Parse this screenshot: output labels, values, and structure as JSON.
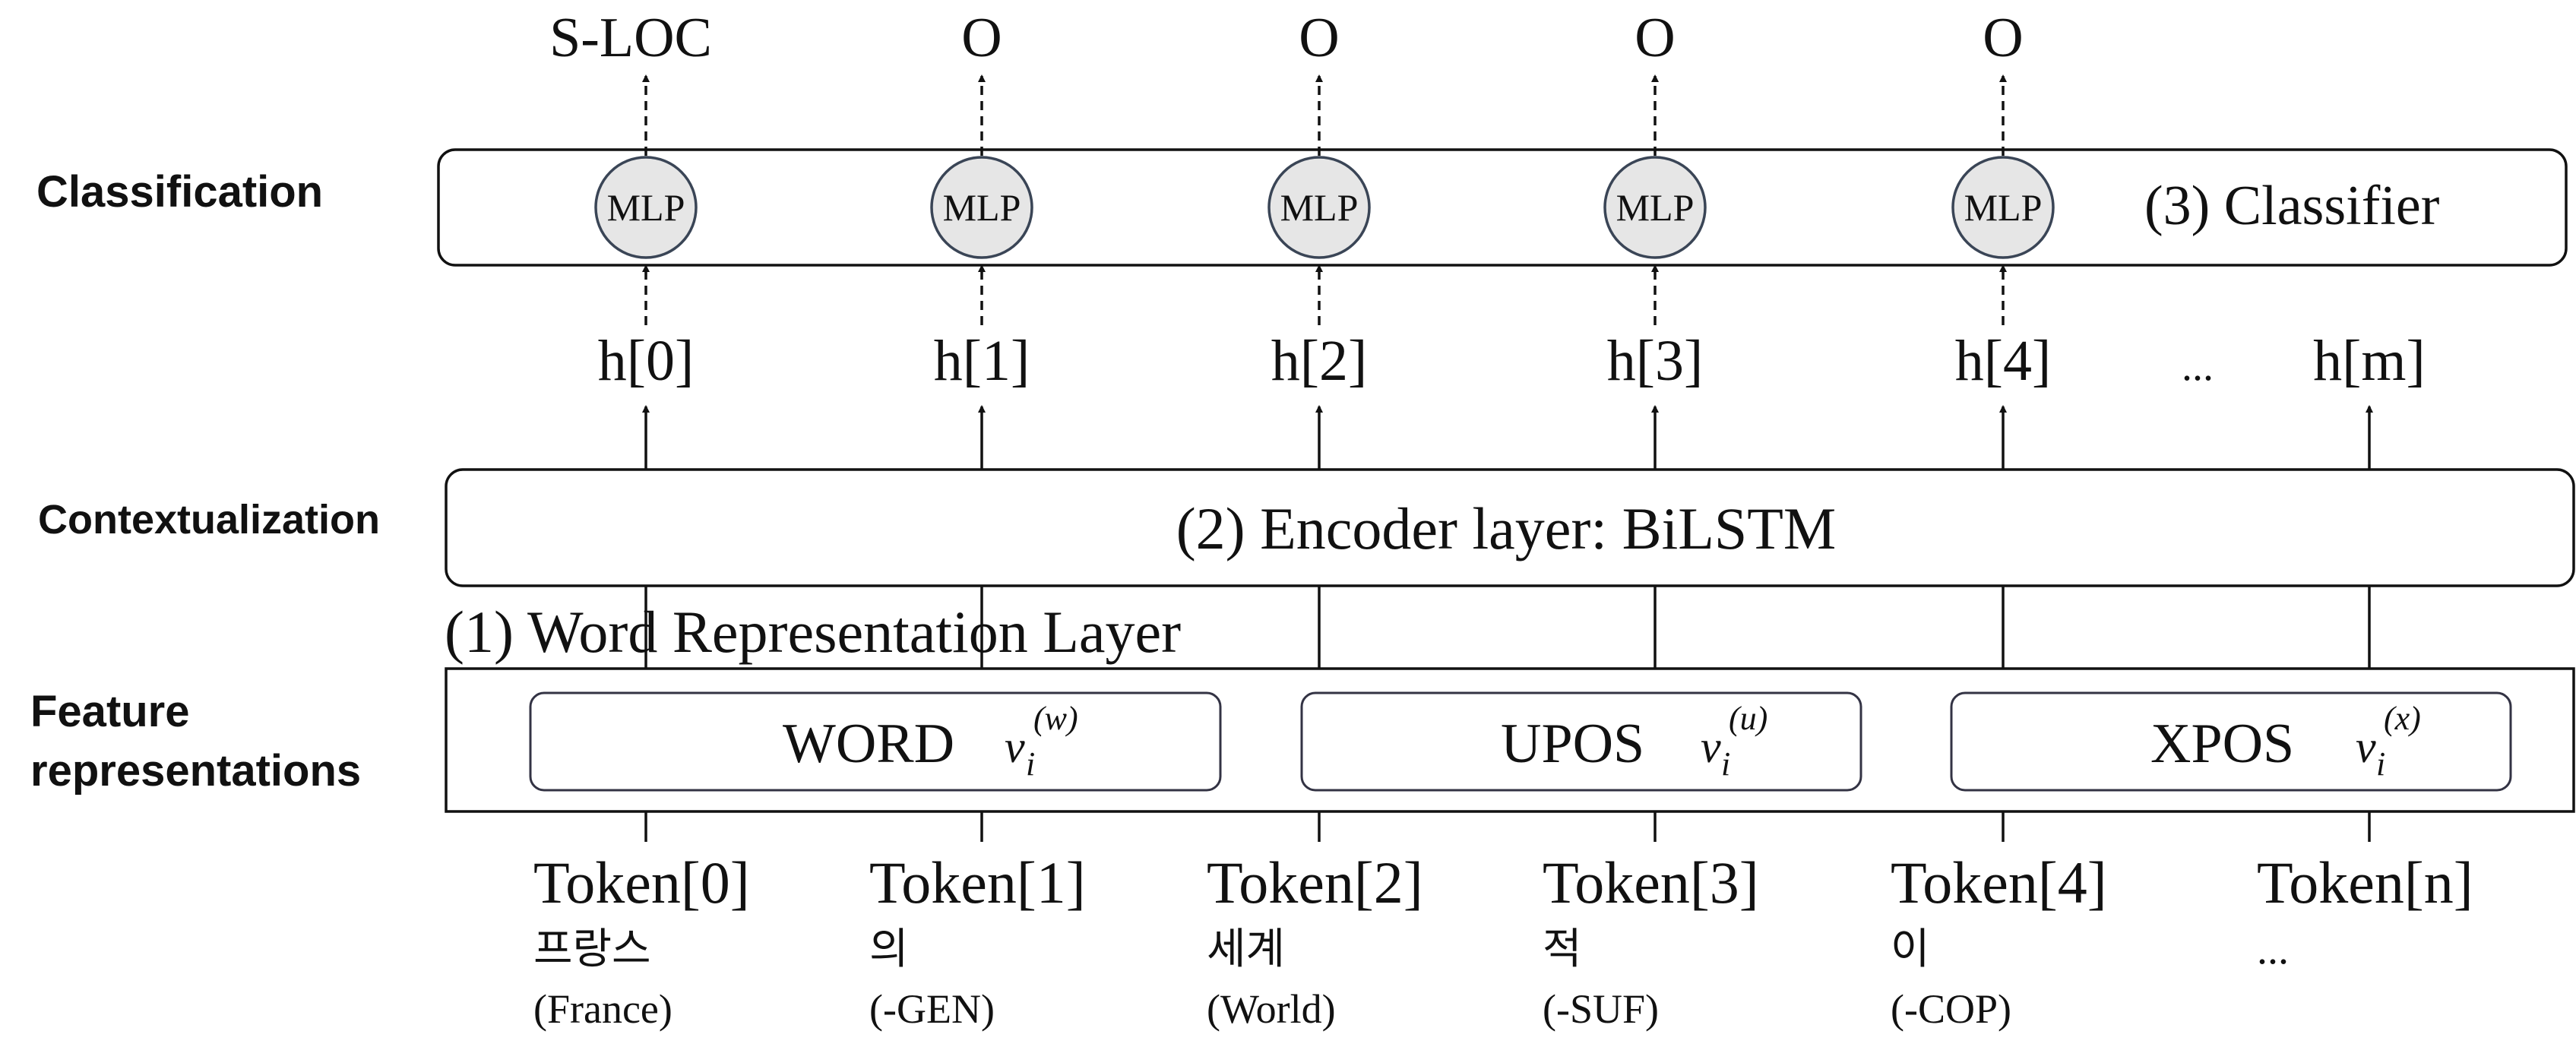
{
  "sections": {
    "classification": "Classification",
    "contextualization": "Contextualization",
    "feature_line1": "Feature",
    "feature_line2": "representations"
  },
  "classifier": {
    "label": "(3) Classifier",
    "mlp_label": "MLP",
    "outputs": [
      "S-LOC",
      "O",
      "O",
      "O",
      "O"
    ]
  },
  "hidden_states": [
    "h[0]",
    "h[1]",
    "h[2]",
    "h[3]",
    "h[4]",
    "...",
    "h[m]"
  ],
  "encoder": {
    "label": "(2) Encoder layer: BiLSTM"
  },
  "word_repr": {
    "label": "(1) Word Representation Layer"
  },
  "features": [
    {
      "name": "WORD",
      "var": "v",
      "sub": "i",
      "sup": "(w)"
    },
    {
      "name": "UPOS",
      "var": "v",
      "sub": "i",
      "sup": "(u)"
    },
    {
      "name": "XPOS",
      "var": "v",
      "sub": "i",
      "sup": "(x)"
    }
  ],
  "tokens": [
    {
      "label": "Token[0]",
      "korean": "프랑스",
      "gloss": "(France)"
    },
    {
      "label": "Token[1]",
      "korean": "의",
      "gloss": "(-GEN)"
    },
    {
      "label": "Token[2]",
      "korean": "세계",
      "gloss": "(World)"
    },
    {
      "label": "Token[3]",
      "korean": "적",
      "gloss": "(-SUF)"
    },
    {
      "label": "Token[4]",
      "korean": "이",
      "gloss": "(-COP)"
    },
    {
      "label": "Token[n]",
      "korean": "...",
      "gloss": ""
    }
  ]
}
